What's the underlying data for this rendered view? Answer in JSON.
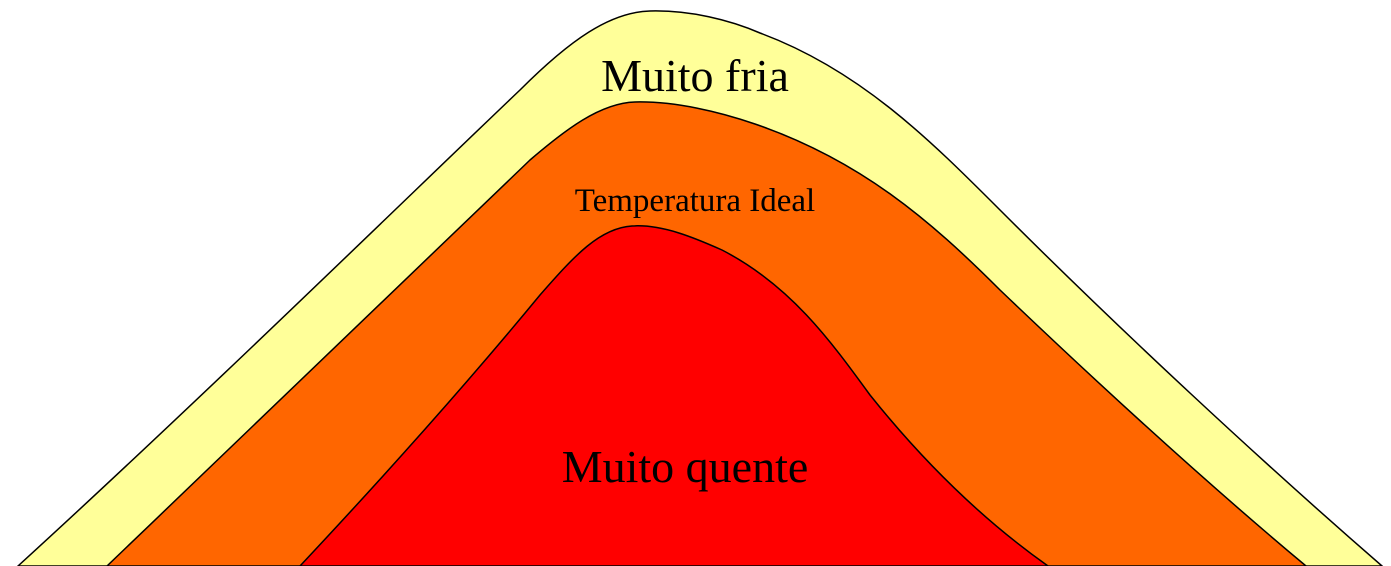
{
  "zones": {
    "outer": {
      "label": "Muito fria",
      "fill": "#FFFF99"
    },
    "middle": {
      "label": "Temperatura Ideal",
      "fill": "#FF6600"
    },
    "inner": {
      "label": "Muito quente",
      "fill": "#FF0000"
    }
  },
  "stroke_color": "#000000",
  "background_color": "#FFFFFF"
}
